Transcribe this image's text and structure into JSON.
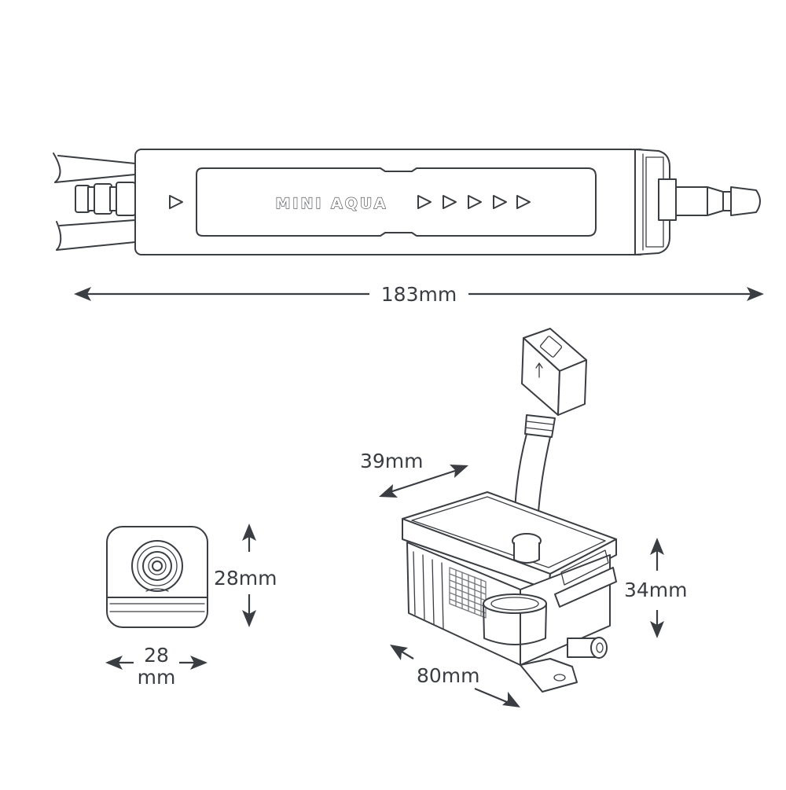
{
  "brand_label": "MINI AQUA",
  "dimensions": {
    "length": "183mm",
    "end_height": "28mm",
    "end_width_value": "28",
    "end_width_unit": "mm",
    "reservoir_depth": "39mm",
    "reservoir_height": "34mm",
    "reservoir_length": "80mm"
  },
  "colors": {
    "line": "#3a3d42",
    "background": "#ffffff"
  },
  "icons": [
    "flow-arrow-icon",
    "upward-arrow-icon",
    "double-arrow-icon"
  ]
}
